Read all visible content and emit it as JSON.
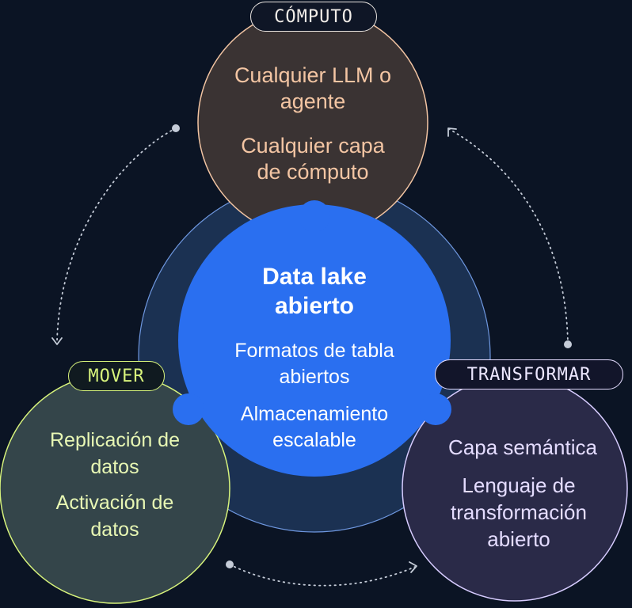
{
  "center": {
    "title_line1": "Data lake",
    "title_line2": "abierto",
    "item1_line1": "Formatos de tabla",
    "item1_line2": "abiertos",
    "item2_line1": "Almacenamiento",
    "item2_line2": "escalable"
  },
  "compute": {
    "label": "CÓMPUTO",
    "item1_line1": "Cualquier LLM o",
    "item1_line2": "agente",
    "item2_line1": "Cualquier capa",
    "item2_line2": "de cómputo"
  },
  "move": {
    "label": "MOVER",
    "item1_line1": "Replicación de",
    "item1_line2": "datos",
    "item2_line1": "Activación de",
    "item2_line2": "datos"
  },
  "transform": {
    "label": "TRANSFORMAR",
    "item1": "Capa semántica",
    "item2_line1": "Lenguaje de",
    "item2_line2": "transformación",
    "item2_line3": "abierto"
  },
  "colors": {
    "background": "#0b1424",
    "center_fill": "#2a6ff0",
    "ring_fill": "#1b3152",
    "compute_fill": "#3a3333",
    "compute_accent": "#f3c5a3",
    "move_fill": "#34454a",
    "move_accent": "#d8f47c",
    "transform_fill": "#2a2a48",
    "transform_accent": "#e4dcff"
  }
}
